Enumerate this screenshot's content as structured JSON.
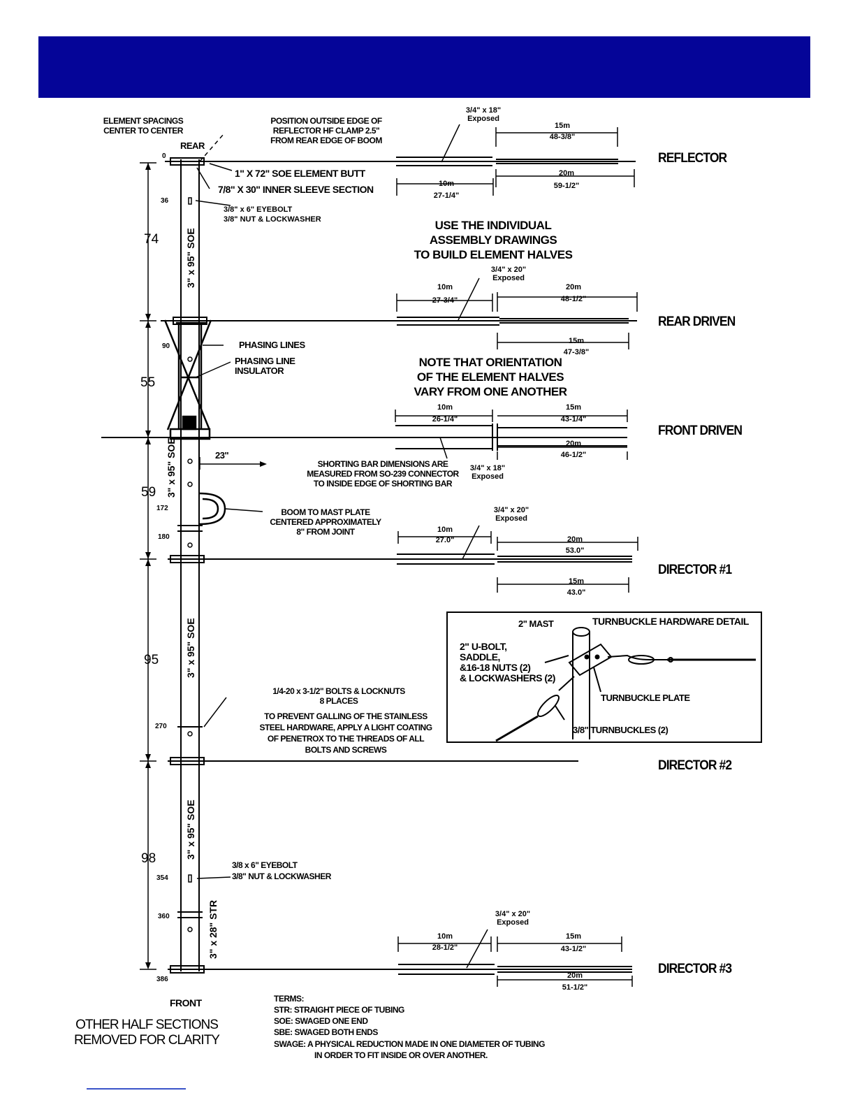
{
  "banner": {
    "color": "#050598"
  },
  "header": {
    "spacing_label": "ELEMENT SPACINGS\nCENTER TO CENTER",
    "rear": "REAR",
    "position_note": "POSITION OUTSIDE EDGE OF\nREFLECTOR HF CLAMP 2.5\"\nFROM REAR EDGE OF BOOM"
  },
  "elements": {
    "reflector": "REFLECTOR",
    "rear_driven": "REAR DRIVEN",
    "front_driven": "FRONT DRIVEN",
    "director1": "DIRECTOR #1",
    "director2": "DIRECTOR #2",
    "director3": "DIRECTOR #3"
  },
  "reflector": {
    "exposed": "3/4\" x 18\"\nExposed",
    "m15": "15m",
    "m15_val": "48-3/8\"",
    "m20": "20m",
    "m20_val": "59-1/2\"",
    "m10": "10m",
    "m10_val": "27-1/4\"",
    "butt": "1\" X 72\" SOE ELEMENT BUTT",
    "sleeve": "7/8\" X 30\" INNER SLEEVE SECTION"
  },
  "eyebolt1": {
    "pos": "36",
    "label": "3/8\" x 6\" EYEBOLT\n3/8\" NUT & LOCKWASHER"
  },
  "use_note": "USE THE INDIVIDUAL\nASSEMBLY DRAWINGS\nTO BUILD ELEMENT HALVES",
  "rear_driven": {
    "exposed": "3/4\" x 20\"\nExposed",
    "m10": "10m",
    "m10_val": "27-3/4\"",
    "m20": "20m",
    "m20_val": "48-1/2\"",
    "m15": "15m",
    "m15_val": "47-3/8\""
  },
  "phasing": {
    "lines": "PHASING LINES",
    "insulator": "PHASING LINE\nINSULATOR",
    "pos": "90"
  },
  "orientation_note": "NOTE THAT ORIENTATION\nOF THE ELEMENT HALVES\nVARY FROM ONE ANOTHER",
  "front_driven": {
    "m10": "10m",
    "m10_val": "26-1/4\"",
    "m15": "15m",
    "m15_val": "43-1/4\"",
    "m20": "20m",
    "m20_val": "46-1/2\""
  },
  "shorting": {
    "dim": "23\"",
    "note": "SHORTING BAR DIMENSIONS ARE\nMEASURED FROM SO-239 CONNECTOR\nTO INSIDE EDGE OF SHORTING BAR",
    "exposed": "3/4\" x 18\"\nExposed"
  },
  "spacings": {
    "s1": "74",
    "s2": "55",
    "s3": "59",
    "s4": "95",
    "s5": "98"
  },
  "positions": {
    "p0": "0",
    "p172": "172",
    "p180": "180",
    "p270": "270",
    "p354": "354",
    "p360": "360",
    "p386": "386"
  },
  "booms": {
    "b1": "3\" x 95\" SOE",
    "b2": "3\" x 95\" SOE",
    "b3": "3\" x 95\" SOE",
    "b4": "3\" x 95\" SOE",
    "b5": "3\" x 28\" STR"
  },
  "mast_plate": "BOOM TO MAST PLATE\nCENTERED APPROXIMATELY\n8\" FROM JOINT",
  "director1": {
    "exposed": "3/4\" x 20\"\nExposed",
    "m10": "10m",
    "m10_val": "27.0\"",
    "m20": "20m",
    "m20_val": "53.0\"",
    "m15": "15m",
    "m15_val": "43.0\""
  },
  "detail": {
    "mast": "2\" MAST",
    "title": "TURNBUCKLE HARDWARE DETAIL",
    "ubolt": "2\" U-BOLT,\nSADDLE,\n&16-18 NUTS (2)\n& LOCKWASHERS (2)",
    "plate": "TURNBUCKLE PLATE",
    "turnbuckles": "3/8\" TURNBUCKLES (2)"
  },
  "bolts_note": "1/4-20 x 3-1/2\" BOLTS & LOCKNUTS\n8 PLACES",
  "galling_note": "TO PREVENT GALLING OF THE STAINLESS\nSTEEL HARDWARE, APPLY A LIGHT COATING\nOF PENETROX TO THE THREADS OF ALL\nBOLTS AND SCREWS",
  "eyebolt2": {
    "label": "3/8 x 6\" EYEBOLT\n3/8\" NUT & LOCKWASHER"
  },
  "director3": {
    "exposed": "3/4\" x 20\"\nExposed",
    "m10": "10m",
    "m10_val": "28-1/2\"",
    "m15": "15m",
    "m15_val": "43-1/2\"",
    "m20": "20m",
    "m20_val": "51-1/2\""
  },
  "front": "FRONT",
  "other_half": "OTHER HALF SECTIONS\nREMOVED FOR CLARITY",
  "terms": {
    "title": "TERMS:",
    "str": "STR:  STRAIGHT PIECE OF TUBING",
    "soe": "SOE:  SWAGED ONE END",
    "sbe": "SBE:  SWAGED BOTH ENDS",
    "swage": "SWAGE:  A PHYSICAL REDUCTION MADE IN ONE DIAMETER OF TUBING",
    "swage2": "IN ORDER TO FIT INSIDE OR OVER ANOTHER."
  }
}
